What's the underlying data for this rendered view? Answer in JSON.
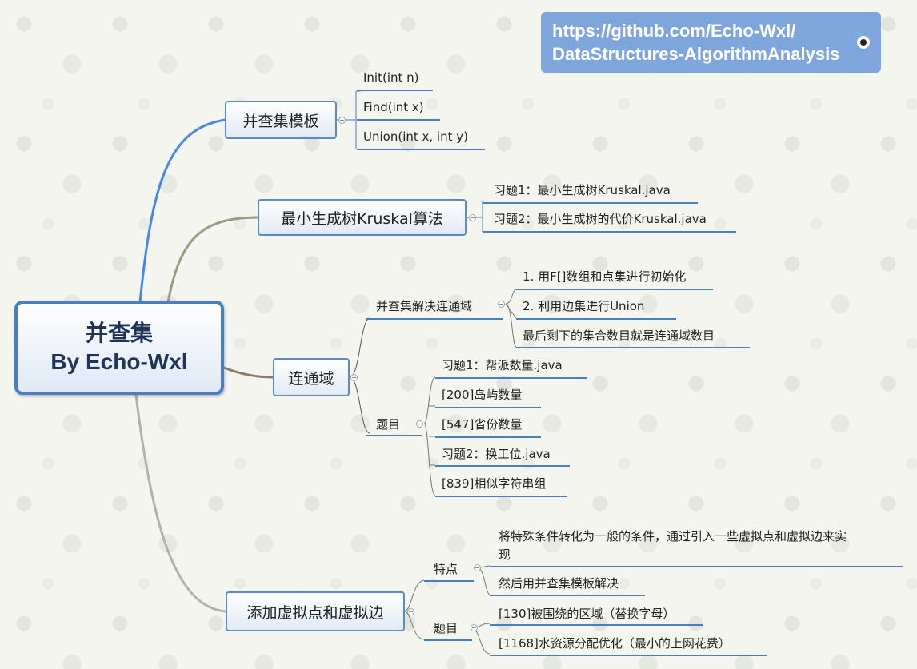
{
  "link_box": {
    "line1": "https://github.com/Echo-Wxl/",
    "line2": "DataStructures-AlgorithmAnalysis",
    "icon": "github-icon"
  },
  "root": {
    "title": "并查集",
    "subtitle": "By Echo-Wxl"
  },
  "branches": {
    "template": {
      "title": "并查集模板",
      "items": [
        "Init(int n)",
        "Find(int x)",
        "Union(int x, int y)"
      ]
    },
    "kruskal": {
      "title": "最小生成树Kruskal算法",
      "items": [
        "习题1：最小生成树Kruskal.java",
        "习题2：最小生成树的代价Kruskal.java"
      ]
    },
    "connectivity": {
      "title": "连通域",
      "solve": {
        "title": "并查集解决连通域",
        "items": [
          "1. 用F[]数组和点集进行初始化",
          "2. 利用边集进行Union",
          "最后剩下的集合数目就是连通域数目"
        ]
      },
      "problems": {
        "title": "题目",
        "items": [
          "习题1：帮派数量.java",
          "[200]岛屿数量",
          "[547]省份数量",
          "习题2：换工位.java",
          "[839]相似字符串组"
        ]
      }
    },
    "virtual": {
      "title": "添加虚拟点和虚拟边",
      "features": {
        "title": "特点",
        "items": [
          "将特殊条件转化为一般的条件，通过引入一些虚拟点和虚拟边来实",
          "现",
          "然后用并查集模板解决"
        ]
      },
      "problems": {
        "title": "题目",
        "items": [
          "[130]被围绕的区域（替换字母）",
          "[1168]水资源分配优化（最小的上网花费）"
        ]
      }
    }
  },
  "colors": {
    "accent": "#4a7ec2",
    "link_box": "#7fa6dc",
    "branch_gray": "#a09e85",
    "branch_brown": "#8b7b6b"
  }
}
